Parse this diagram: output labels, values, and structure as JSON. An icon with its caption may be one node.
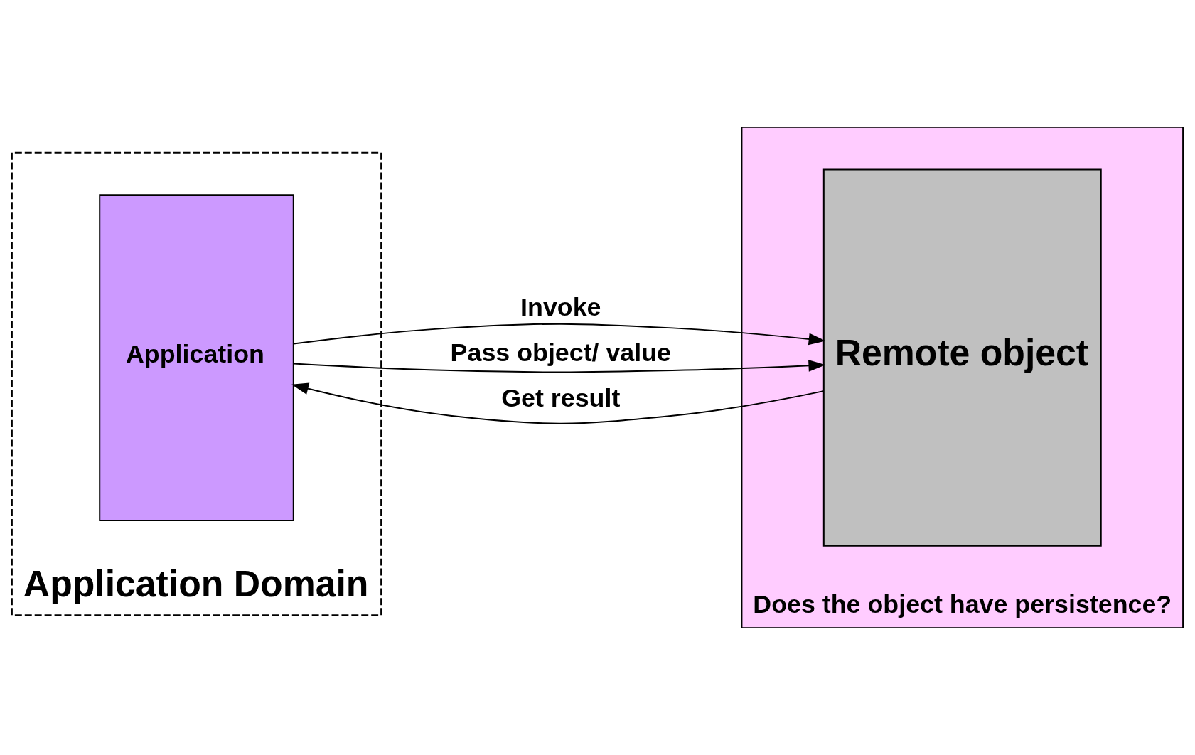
{
  "diagram": {
    "nodes": [
      {
        "text": [
          "Application Domain"
        ]
      },
      {
        "text": [
          "Application"
        ],
        "in": 0
      },
      {
        "text": [
          "Does the object have persistence?"
        ]
      },
      {
        "text": [
          "Remote object"
        ],
        "in": 2
      }
    ],
    "edges": [
      {
        "from": 1,
        "to": 3,
        "arrow": "to",
        "label": "Invoke"
      },
      {
        "from": 1,
        "to": 3,
        "arrow": "to",
        "label": "Pass object/ value"
      },
      {
        "from": 3,
        "to": 1,
        "arrow": "to",
        "label": "Get result"
      }
    ]
  }
}
